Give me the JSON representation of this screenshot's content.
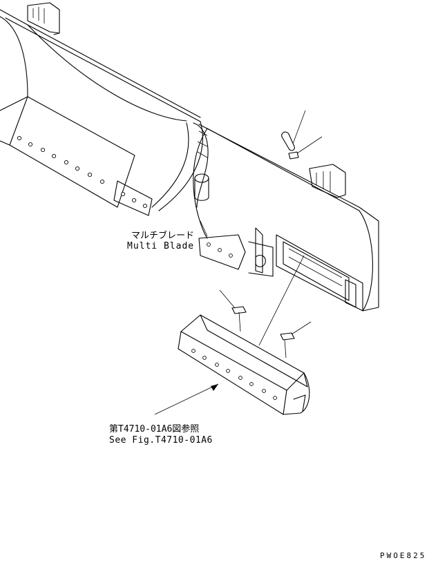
{
  "labels": {
    "multi_blade_jp": "マルチブレード",
    "multi_blade_en": "Multi Blade",
    "see_fig_jp": "第T4710-01A6図参照",
    "see_fig_en": "See Fig.T4710-01A6",
    "drawing_code": "PWOE825"
  }
}
